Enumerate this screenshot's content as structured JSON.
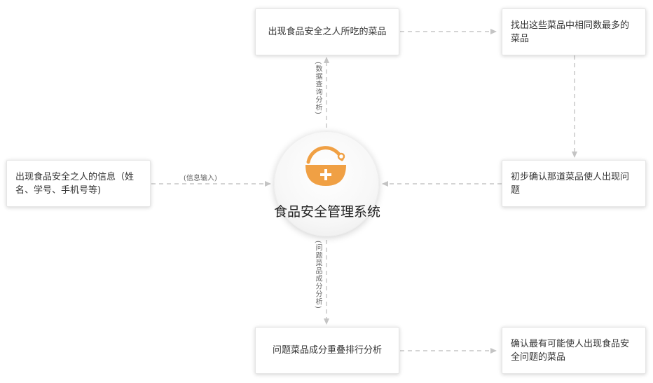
{
  "hub": {
    "title": "食品安全管理系统",
    "icon": "basket-plus-icon",
    "icon_color": "#f0a044"
  },
  "nodes": {
    "source_info": {
      "lines": [
        "出现食品安全之人的信息（姓",
        "名、学号、手机号等)"
      ]
    },
    "dishes_eaten": {
      "lines": [
        "出现食品安全之人所吃的菜品"
      ]
    },
    "most_common": {
      "lines": [
        "找出这些菜品中相同数最多的",
        "菜品"
      ]
    },
    "preliminary": {
      "lines": [
        "初步确认那道菜品使人出现问",
        "题"
      ]
    },
    "ingredient_rank": {
      "lines": [
        "问题菜品成分重叠排行分析"
      ]
    },
    "confirm": {
      "lines": [
        "确认最有可能使人出现食品安",
        "全问题的菜品"
      ]
    }
  },
  "edge_labels": {
    "info_input": "(信息输入)",
    "data_query": "(数据查询分析)",
    "ingredient_analysis": "(问题菜品成分分析)"
  },
  "colors": {
    "connector": "#bbbbbb",
    "text": "#333333"
  }
}
